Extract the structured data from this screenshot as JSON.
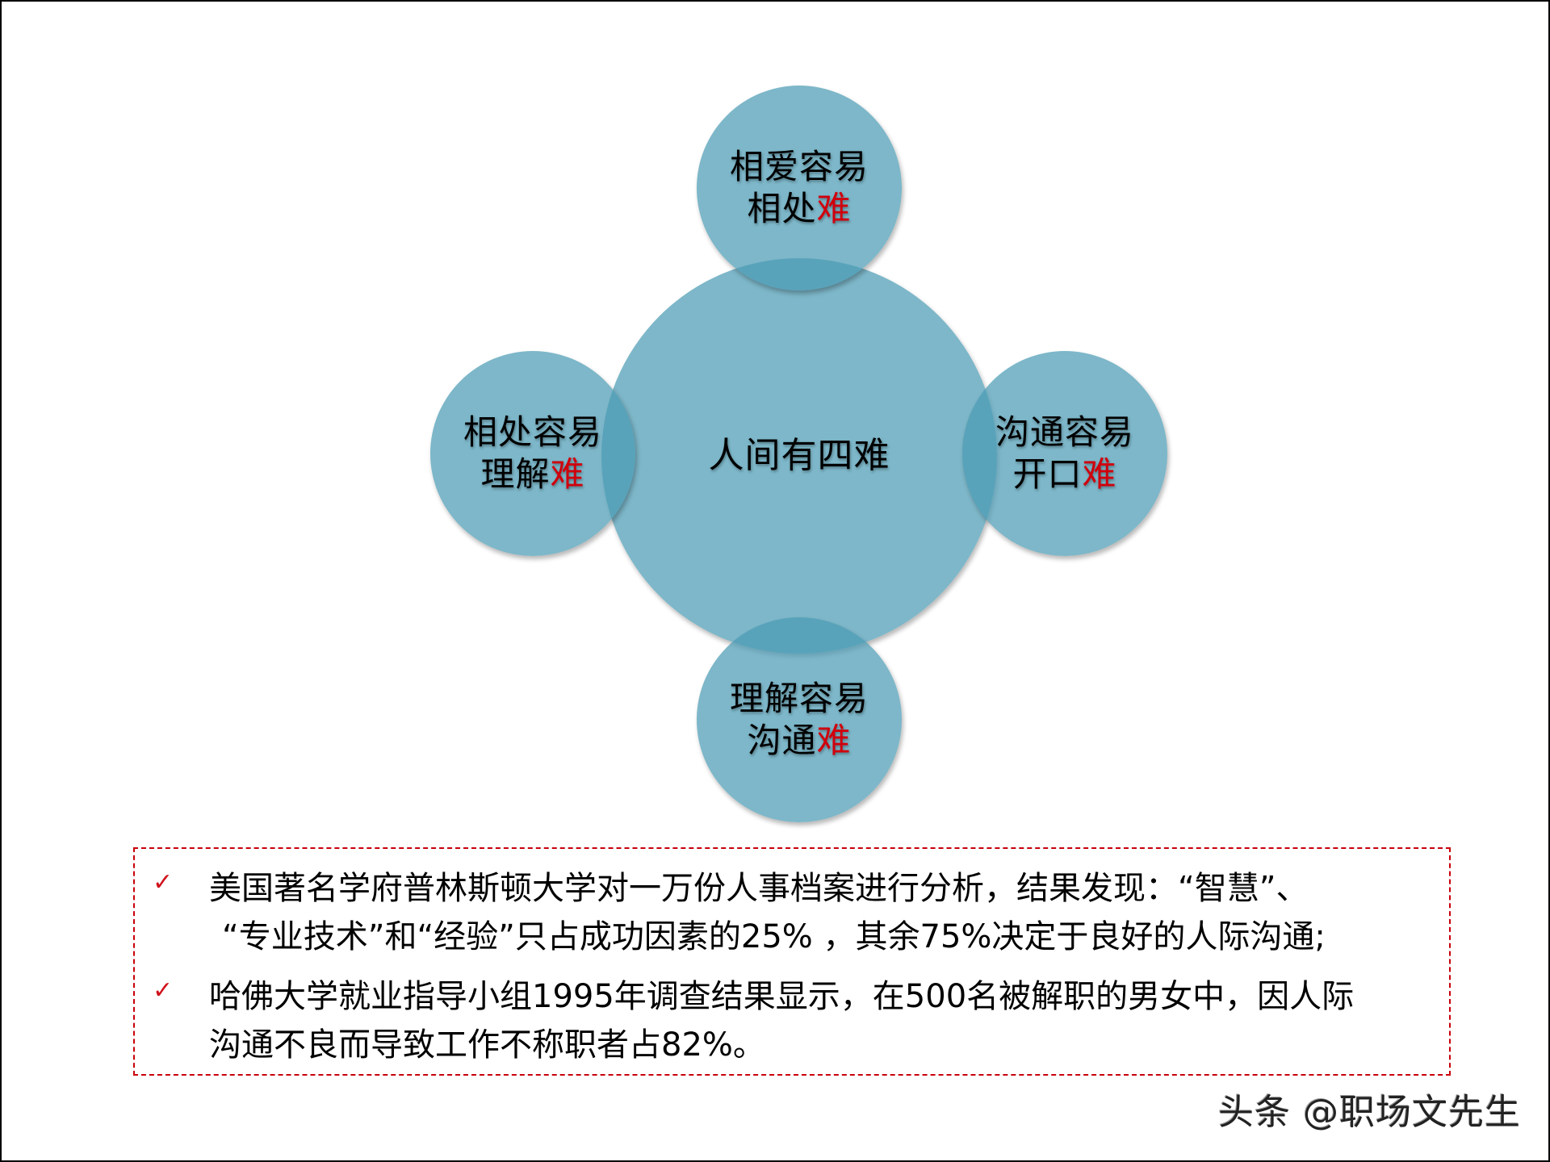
{
  "diagram": {
    "center": {
      "label": "人间有四难"
    },
    "satellites": [
      {
        "position": "top",
        "line1": "相爱容易",
        "line2_prefix": "相处",
        "line2_hard": "难"
      },
      {
        "position": "left",
        "line1": "相处容易",
        "line2_prefix": "理解",
        "line2_hard": "难"
      },
      {
        "position": "right",
        "line1": "沟通容易",
        "line2_prefix": "开口",
        "line2_hard": "难"
      },
      {
        "position": "bottom",
        "line1": "理解容易",
        "line2_prefix": "沟通",
        "line2_hard": "难"
      }
    ],
    "colors": {
      "circle_fill": "#7AB4C4",
      "overlap": "#4B9BB4",
      "hard_text": "#D0000C",
      "box_border": "#C8000A"
    }
  },
  "notes": {
    "check_icon": "✓",
    "items": [
      {
        "line1": "美国著名学府普林斯顿大学对一万份人事档案进行分析，结果发现：“智慧”、",
        "line2": "“专业技术”和“经验”只占成功因素的25% ，其余75%决定于良好的人际沟通;"
      },
      {
        "line1": "哈佛大学就业指导小组1995年调查结果显示，在500名被解职的男女中，因人际",
        "line2": "沟通不良而导致工作不称职者占82%。"
      }
    ]
  },
  "watermark": "头条 @职场文先生"
}
